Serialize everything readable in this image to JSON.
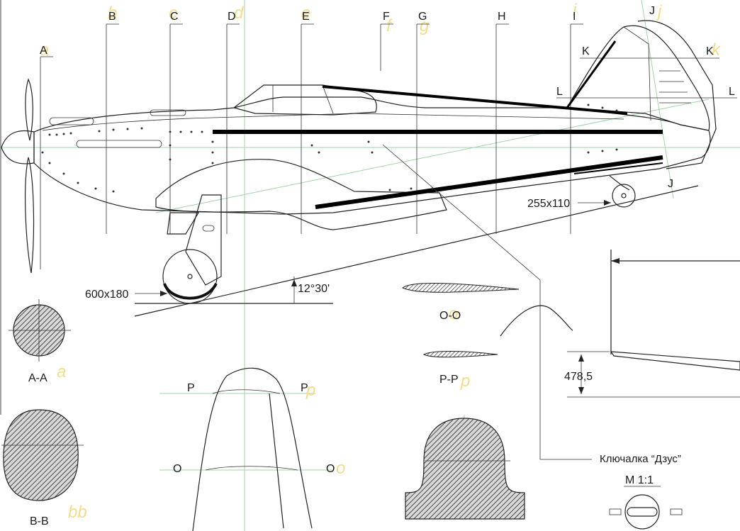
{
  "stations": {
    "A": "A",
    "B": "B",
    "C": "C",
    "D": "D",
    "E": "E",
    "F": "F",
    "G": "G",
    "H": "H",
    "I": "I",
    "J": "J",
    "K": "K",
    "L": "L"
  },
  "ghost_letters": {
    "a1": "a",
    "b1": "b",
    "c1": "c",
    "d1": "d",
    "e1": "e",
    "f1": "f",
    "g1": "g",
    "k1": "k",
    "i1": "i",
    "j1": "j",
    "o1": "o",
    "p1": "p",
    "p2": "p",
    "o2": "o",
    "a2": "a",
    "bb": "bb"
  },
  "dimensions": {
    "tail_wheel": "255x110",
    "main_wheel": "600x180",
    "angle": "12°30'",
    "height": "478,5"
  },
  "sections": {
    "aa": "A-A",
    "bb": "B-B",
    "oo": "O-O",
    "pp": "P-P",
    "p_left": "P",
    "p_right": "P",
    "o_left": "O",
    "o_right": "O"
  },
  "notes": {
    "fastener": "Ключалка “Дзус”",
    "scale": "M 1:1"
  }
}
